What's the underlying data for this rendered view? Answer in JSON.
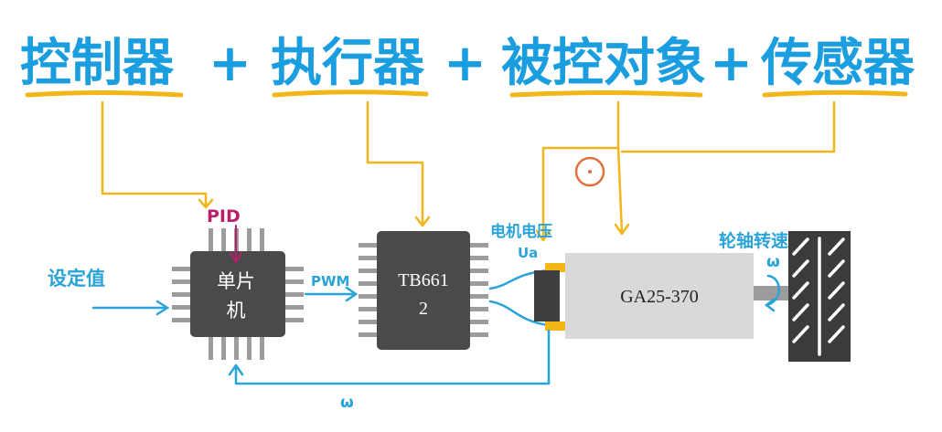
{
  "title_terms": {
    "controller": "控制器",
    "plus1": "+",
    "actuator": "执行器",
    "plus2": "+",
    "plant": "被控对象",
    "plus3": "+",
    "sensor": "传感器"
  },
  "labels": {
    "setpoint": "设定值",
    "pid": "PID",
    "pwm": "PWM",
    "motor_voltage": "电机电压",
    "voltage_symbol": "Ua",
    "wheel_speed": "轮轴转速",
    "omega_top": "ω",
    "omega_feedback": "ω"
  },
  "components": {
    "mcu_line1": "单片",
    "mcu_line2": "机",
    "driver_line1": "TB661",
    "driver_line2": "2",
    "motor": "GA25-370"
  },
  "colors": {
    "title_blue": "#1a9ee0",
    "underline_yellow": "#f2b619",
    "signal_blue": "#2aa3d8",
    "pid_magenta": "#b8206b",
    "chip_dark": "#4a4a4a",
    "pin_gray": "#9c9c9c",
    "motor_gray": "#d9d9d9",
    "wheel_dark": "#3b3b3b",
    "cursor_orange": "#e0703a"
  }
}
